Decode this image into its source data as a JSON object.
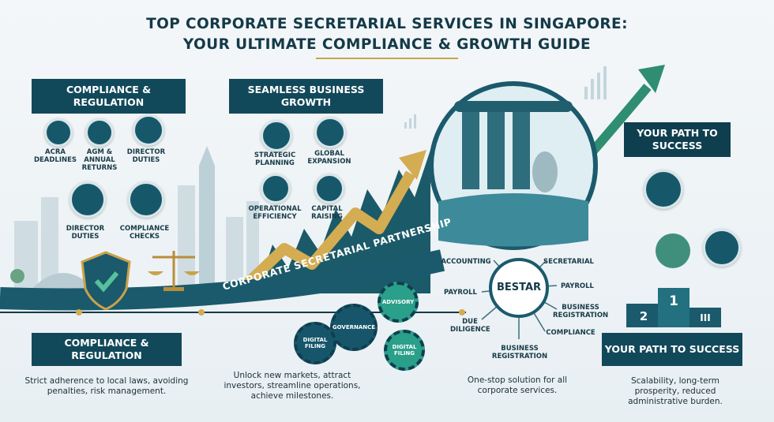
{
  "title": {
    "line1": "Top Corporate Secretarial Services in Singapore:",
    "line2": "Your Ultimate Compliance & Growth Guide"
  },
  "compliance_panel": {
    "heading": "Compliance & Regulation",
    "items": [
      "ACRA Deadlines",
      "AGM & Annual Returns",
      "Director Duties",
      "Director Duties",
      "Compliance Checks"
    ]
  },
  "growth_panel": {
    "heading": "Seamless Business Growth",
    "items": [
      "Strategic Planning",
      "Global Expansion",
      "Operational Efficiency",
      "Capital Raising"
    ]
  },
  "success_panel": {
    "heading": "Your Path to Success"
  },
  "ribbon": {
    "text": "Corporate Secretarial Partnership"
  },
  "gears": [
    "Advisory",
    "Governance",
    "Digital Filing",
    "Digital Filing"
  ],
  "hub": {
    "brand": "BESTAR",
    "spokes": [
      "Accounting",
      "Secretarial",
      "Payroll",
      "Payroll",
      "Business Registration",
      "Due Diligence",
      "Compliance",
      "Business Registration"
    ]
  },
  "podium": {
    "first": "1",
    "second": "2",
    "third": "III"
  },
  "bottom": {
    "left_heading": "Compliance & Regulation",
    "left_text": "Strict adherence to local laws, avoiding penalties, risk management.",
    "center_text": "Unlock new markets, attract investors, streamline operations, achieve milestones.",
    "hub_text": "One-stop solution for all corporate services.",
    "right_heading": "Your Path to Success",
    "right_text": "Scalability, long-term prosperity, reduced administrative burden."
  },
  "colors": {
    "navy": "#12495a",
    "teal": "#2a9f8a",
    "gold": "#c9a24a",
    "green": "#3b8f6a"
  }
}
